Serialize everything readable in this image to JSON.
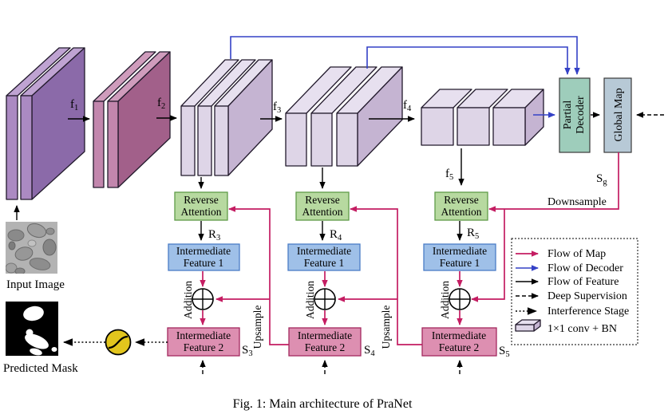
{
  "caption": "Fig. 1: Main architecture of PraNet",
  "colors": {
    "flow_map": "#c41d62",
    "flow_decoder": "#3441c6",
    "flow_feature": "#000000",
    "reverse_attention_fill": "#b7d9a0",
    "intermediate_feature1_fill": "#9fc0e8",
    "intermediate_feature2_fill": "#dd8fb1",
    "partial_decoder_fill": "#9ecdbb",
    "global_map_fill": "#b7c9d6",
    "sigmoid_fill": "#e2c51d",
    "block1_front": "#ab8ac2",
    "block1_side": "#8b6aa9",
    "block1_top": "#bfa3d2",
    "block2_front": "#c286ad",
    "block2_side": "#a2608a",
    "block2_top": "#cf9cbc",
    "block_lavender_front": "#ded5e7",
    "block_lavender_side": "#c5b4d2",
    "block_lavender_top": "#e7e0ef"
  },
  "labels": {
    "input_image": "Input Image",
    "predicted_mask": "Predicted Mask",
    "downsample": "Downsample",
    "f1": {
      "base": "f",
      "sub": "1"
    },
    "f2": {
      "base": "f",
      "sub": "2"
    },
    "f3": {
      "base": "f",
      "sub": "3"
    },
    "f4": {
      "base": "f",
      "sub": "4"
    },
    "f5": {
      "base": "f",
      "sub": "5"
    },
    "sg": {
      "base": "S",
      "sub": "g"
    },
    "partial_decoder": {
      "line1": "Partial",
      "line2": "Decoder"
    },
    "global_map": "Global Map"
  },
  "columns": [
    {
      "ra_line1": "Reverse",
      "ra_line2": "Attention",
      "r": {
        "base": "R",
        "sub": "3"
      },
      "if1_line1": "Intermediate",
      "if1_line2": "Feature 1",
      "addition": "Addition",
      "if2_line1": "Intermediate",
      "if2_line2": "Feature 2",
      "s": {
        "base": "S",
        "sub": "3"
      },
      "upsample": "Upsample"
    },
    {
      "ra_line1": "Reverse",
      "ra_line2": "Attention",
      "r": {
        "base": "R",
        "sub": "4"
      },
      "if1_line1": "Intermediate",
      "if1_line2": "Feature 1",
      "addition": "Addition",
      "if2_line1": "Intermediate",
      "if2_line2": "Feature 2",
      "s": {
        "base": "S",
        "sub": "4"
      },
      "upsample": "Upsample"
    },
    {
      "ra_line1": "Reverse",
      "ra_line2": "Attention",
      "r": {
        "base": "R",
        "sub": "5"
      },
      "if1_line1": "Intermediate",
      "if1_line2": "Feature 1",
      "addition": "Addition",
      "if2_line1": "Intermediate",
      "if2_line2": "Feature 2",
      "s": {
        "base": "S",
        "sub": "5"
      },
      "upsample": ""
    }
  ],
  "legend": {
    "items": [
      {
        "label": "Flow of Map"
      },
      {
        "label": "Flow of Decoder"
      },
      {
        "label": "Flow of Feature"
      },
      {
        "label": "Deep Supervision"
      },
      {
        "label": "Interference Stage"
      },
      {
        "label": "1×1 conv + BN"
      }
    ]
  }
}
